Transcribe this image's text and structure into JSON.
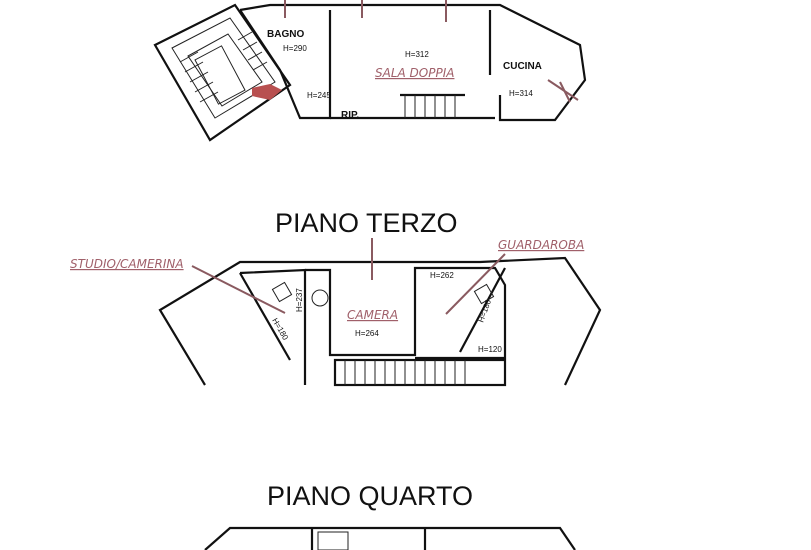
{
  "floor_upper": {
    "rooms": [
      "BAGNO",
      "CUCINA",
      "RIP."
    ],
    "heights": [
      "H=290",
      "H=312",
      "H=245",
      "H=314"
    ],
    "annotation": "SALA DOPPIA",
    "annotation_color": "#a0606a",
    "arrow_color": "#b85050"
  },
  "floor_terzo": {
    "title": "PIANO TERZO",
    "annotations": [
      "STUDIO/CAMERINA",
      "CAMERA",
      "GUARDAROBA"
    ],
    "heights": [
      "H=237",
      "H=264",
      "H=262",
      "H=180",
      "H=180",
      "H=120"
    ]
  },
  "floor_quarto": {
    "title": "PIANO QUARTO"
  }
}
